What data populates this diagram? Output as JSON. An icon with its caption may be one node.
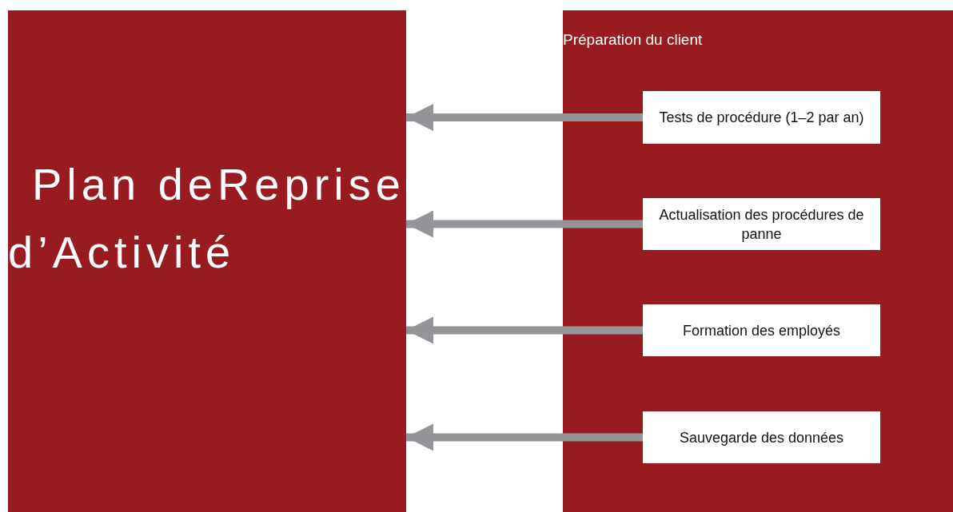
{
  "diagram": {
    "nodes": [
      {
        "text": [
          "Plan deReprise d’Activité"
        ]
      },
      {
        "text": [
          "Préparation du client"
        ]
      },
      {
        "text": [
          "Tests de procédure (1–2 par an)"
        ],
        "in": 1
      },
      {
        "text": [
          "Actualisation des procédures de panne"
        ],
        "in": 1
      },
      {
        "text": [
          "Formation des employés"
        ],
        "in": 1
      },
      {
        "text": [
          "Sauvegarde des données"
        ],
        "in": 1
      }
    ],
    "edges": [
      {
        "from": 2,
        "to": 0,
        "arrow": "to"
      },
      {
        "from": 3,
        "to": 0,
        "arrow": "to"
      },
      {
        "from": 4,
        "to": 0,
        "arrow": "to"
      },
      {
        "from": 5,
        "to": 0,
        "arrow": "to"
      }
    ]
  }
}
